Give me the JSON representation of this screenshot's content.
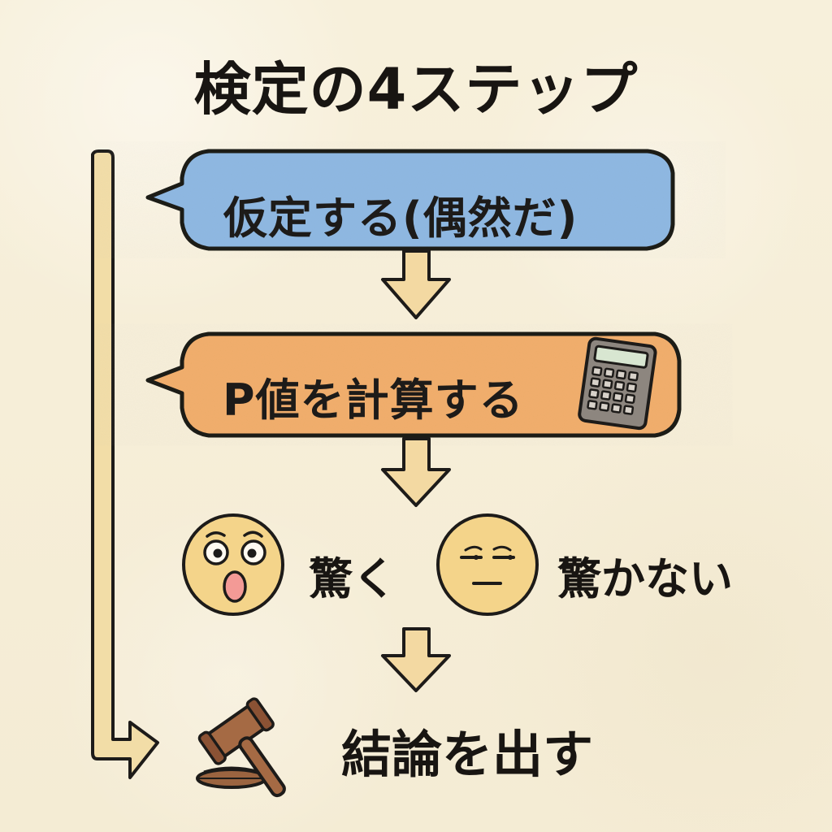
{
  "title": "検定の4ステップ",
  "steps": {
    "step1": "仮定する(偶然だ)",
    "step2": "P値を計算する",
    "outcome_surprise": "驚く",
    "outcome_not_surprise": "驚かない",
    "conclusion": "結論を出す"
  },
  "icons": {
    "calculator": "calculator-icon",
    "surprise_face": "surprised-face-icon",
    "neutral_face": "neutral-face-icon",
    "gavel": "gavel-icon"
  },
  "colors": {
    "background": "#f7efd9",
    "step1_fill": "#8fb8e2",
    "step2_fill": "#f1ae6c",
    "arrow_fill": "#f3d9a2",
    "face_fill": "#f4d48a",
    "line": "#1d1b19"
  }
}
